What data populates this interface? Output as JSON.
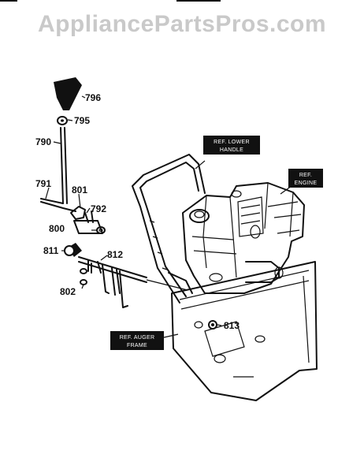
{
  "watermark": "AppliancePartsPros.com",
  "parts": {
    "p796": "796",
    "p795": "795",
    "p790": "790",
    "p791": "791",
    "p801": "801",
    "p792": "792",
    "p800": "800",
    "p811": "811",
    "p812": "812",
    "p802": "802",
    "p813": "813"
  },
  "refs": {
    "lower_handle": [
      "REF. LOWER",
      "HANDLE"
    ],
    "engine": [
      "REF.",
      "ENGINE"
    ],
    "auger_frame": [
      "REF. AUGER",
      "FRAME"
    ]
  },
  "colors": {
    "ink": "#111111",
    "watermark": "#c9c9c9",
    "label_bg": "#111111",
    "label_text": "#ffffff"
  }
}
